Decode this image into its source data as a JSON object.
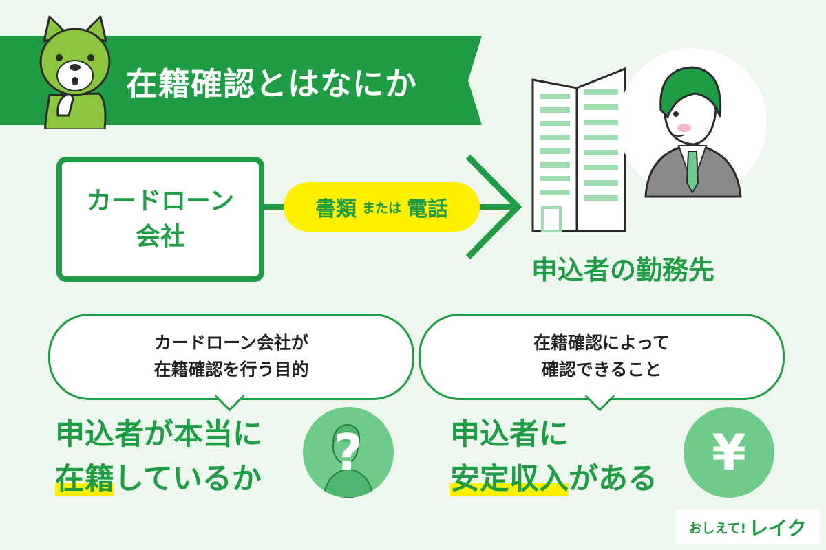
{
  "title": "在籍確認とはなにか",
  "company": {
    "line1": "カードローン",
    "line2": "会社"
  },
  "method": {
    "doc": "書類",
    "or": "または",
    "phone": "電話"
  },
  "workplace": "申込者の勤務先",
  "bubble_left": {
    "line1": "カードローン会社が",
    "line2": "在籍確認を行う目的"
  },
  "bubble_right": {
    "line1": "在籍確認によって",
    "line2": "確認できること"
  },
  "answer_left": {
    "line1": "申込者が本当に",
    "line2_hl": "在籍",
    "line2_rest": "しているか"
  },
  "answer_right": {
    "line1": "申込者に",
    "line2_hl": "安定収入",
    "line2_rest": "がある"
  },
  "question_symbol": "?",
  "yen_symbol": "¥",
  "logo": {
    "prefix": "おしえて!",
    "name": "レイク"
  },
  "colors": {
    "green": "#1e9d45",
    "light_green": "#6fcb8a",
    "yellow": "#fff000",
    "background": "#eef7ee"
  },
  "icons": [
    "dog-mascot-icon",
    "office-building-icon",
    "businessman-icon",
    "question-person-icon",
    "yen-icon"
  ]
}
